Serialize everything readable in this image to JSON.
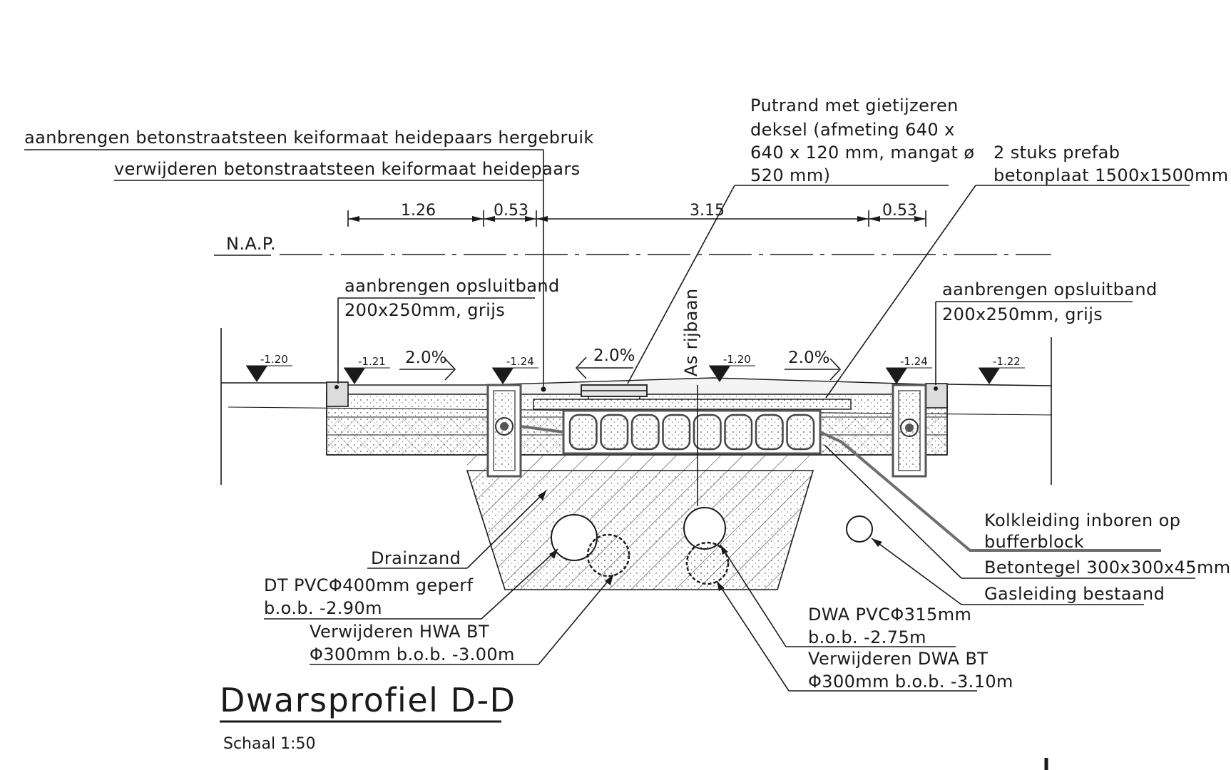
{
  "labels": {
    "paving_reuse": "aanbrengen betonstraatsteen keiformaat heidepaars hergebruik",
    "paving_remove": "verwijderen betonstraatsteen keiformaat heidepaars",
    "putrand": [
      "Putrand met gietijzeren",
      "deksel (afmeting 640 x",
      "640 x 120 mm, mangat ø",
      "520 mm)"
    ],
    "prefab": [
      "2 stuks prefab",
      "betonplaat 1500x1500mm"
    ],
    "nap": "N.A.P.",
    "curb_left": [
      "aanbrengen opsluitband",
      "200x250mm, grijs"
    ],
    "curb_right": [
      "aanbrengen opsluitband",
      "200x250mm, grijs"
    ],
    "axis": "As rijbaan",
    "kolk": [
      "Kolkleiding inboren op",
      "bufferblock"
    ],
    "tegel": "Betontegel 300x300x45mm",
    "gas": "Gasleiding bestaand",
    "drainzand": "Drainzand",
    "dt": [
      "DT PVCΦ400mm geperf",
      "b.o.b. -2.90m"
    ],
    "hwa": [
      "Verwijderen HWA BT",
      "Φ300mm b.o.b. -3.00m"
    ],
    "dwa": [
      "DWA PVCΦ315mm",
      "b.o.b. -2.75m"
    ],
    "dwa_bt": [
      "Verwijderen DWA BT",
      "Φ300mm b.o.b. -3.10m"
    ]
  },
  "dimensions": [
    "1.26",
    "0.53",
    "3.15",
    "0.53"
  ],
  "levels": [
    "-1.20",
    "-1.21",
    "-1.24",
    "-1.20",
    "-1.24",
    "-1.22"
  ],
  "slopes": [
    "2.0%",
    "2.0%",
    "2.0%"
  ],
  "title": "Dwarsprofiel D-D",
  "scale": "Schaal 1:50"
}
